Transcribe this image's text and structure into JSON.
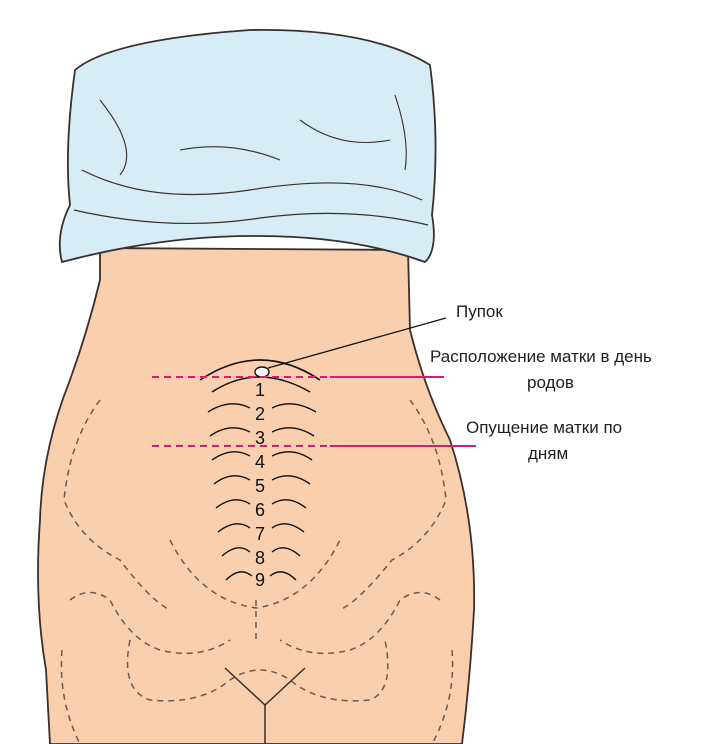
{
  "labels": {
    "navel": "Пупок",
    "birth_day_line": [
      "Расположение матки в день",
      "родов"
    ],
    "descent_by_days": [
      "Опущение матки по",
      "дням"
    ]
  },
  "day_markers": [
    "1",
    "2",
    "3",
    "4",
    "5",
    "6",
    "7",
    "8",
    "9"
  ],
  "colors": {
    "skin": "#f9cfae",
    "cloth": "#d6ecf7",
    "marker_line": "#d81b7a",
    "outline": "#3a2f2a"
  }
}
